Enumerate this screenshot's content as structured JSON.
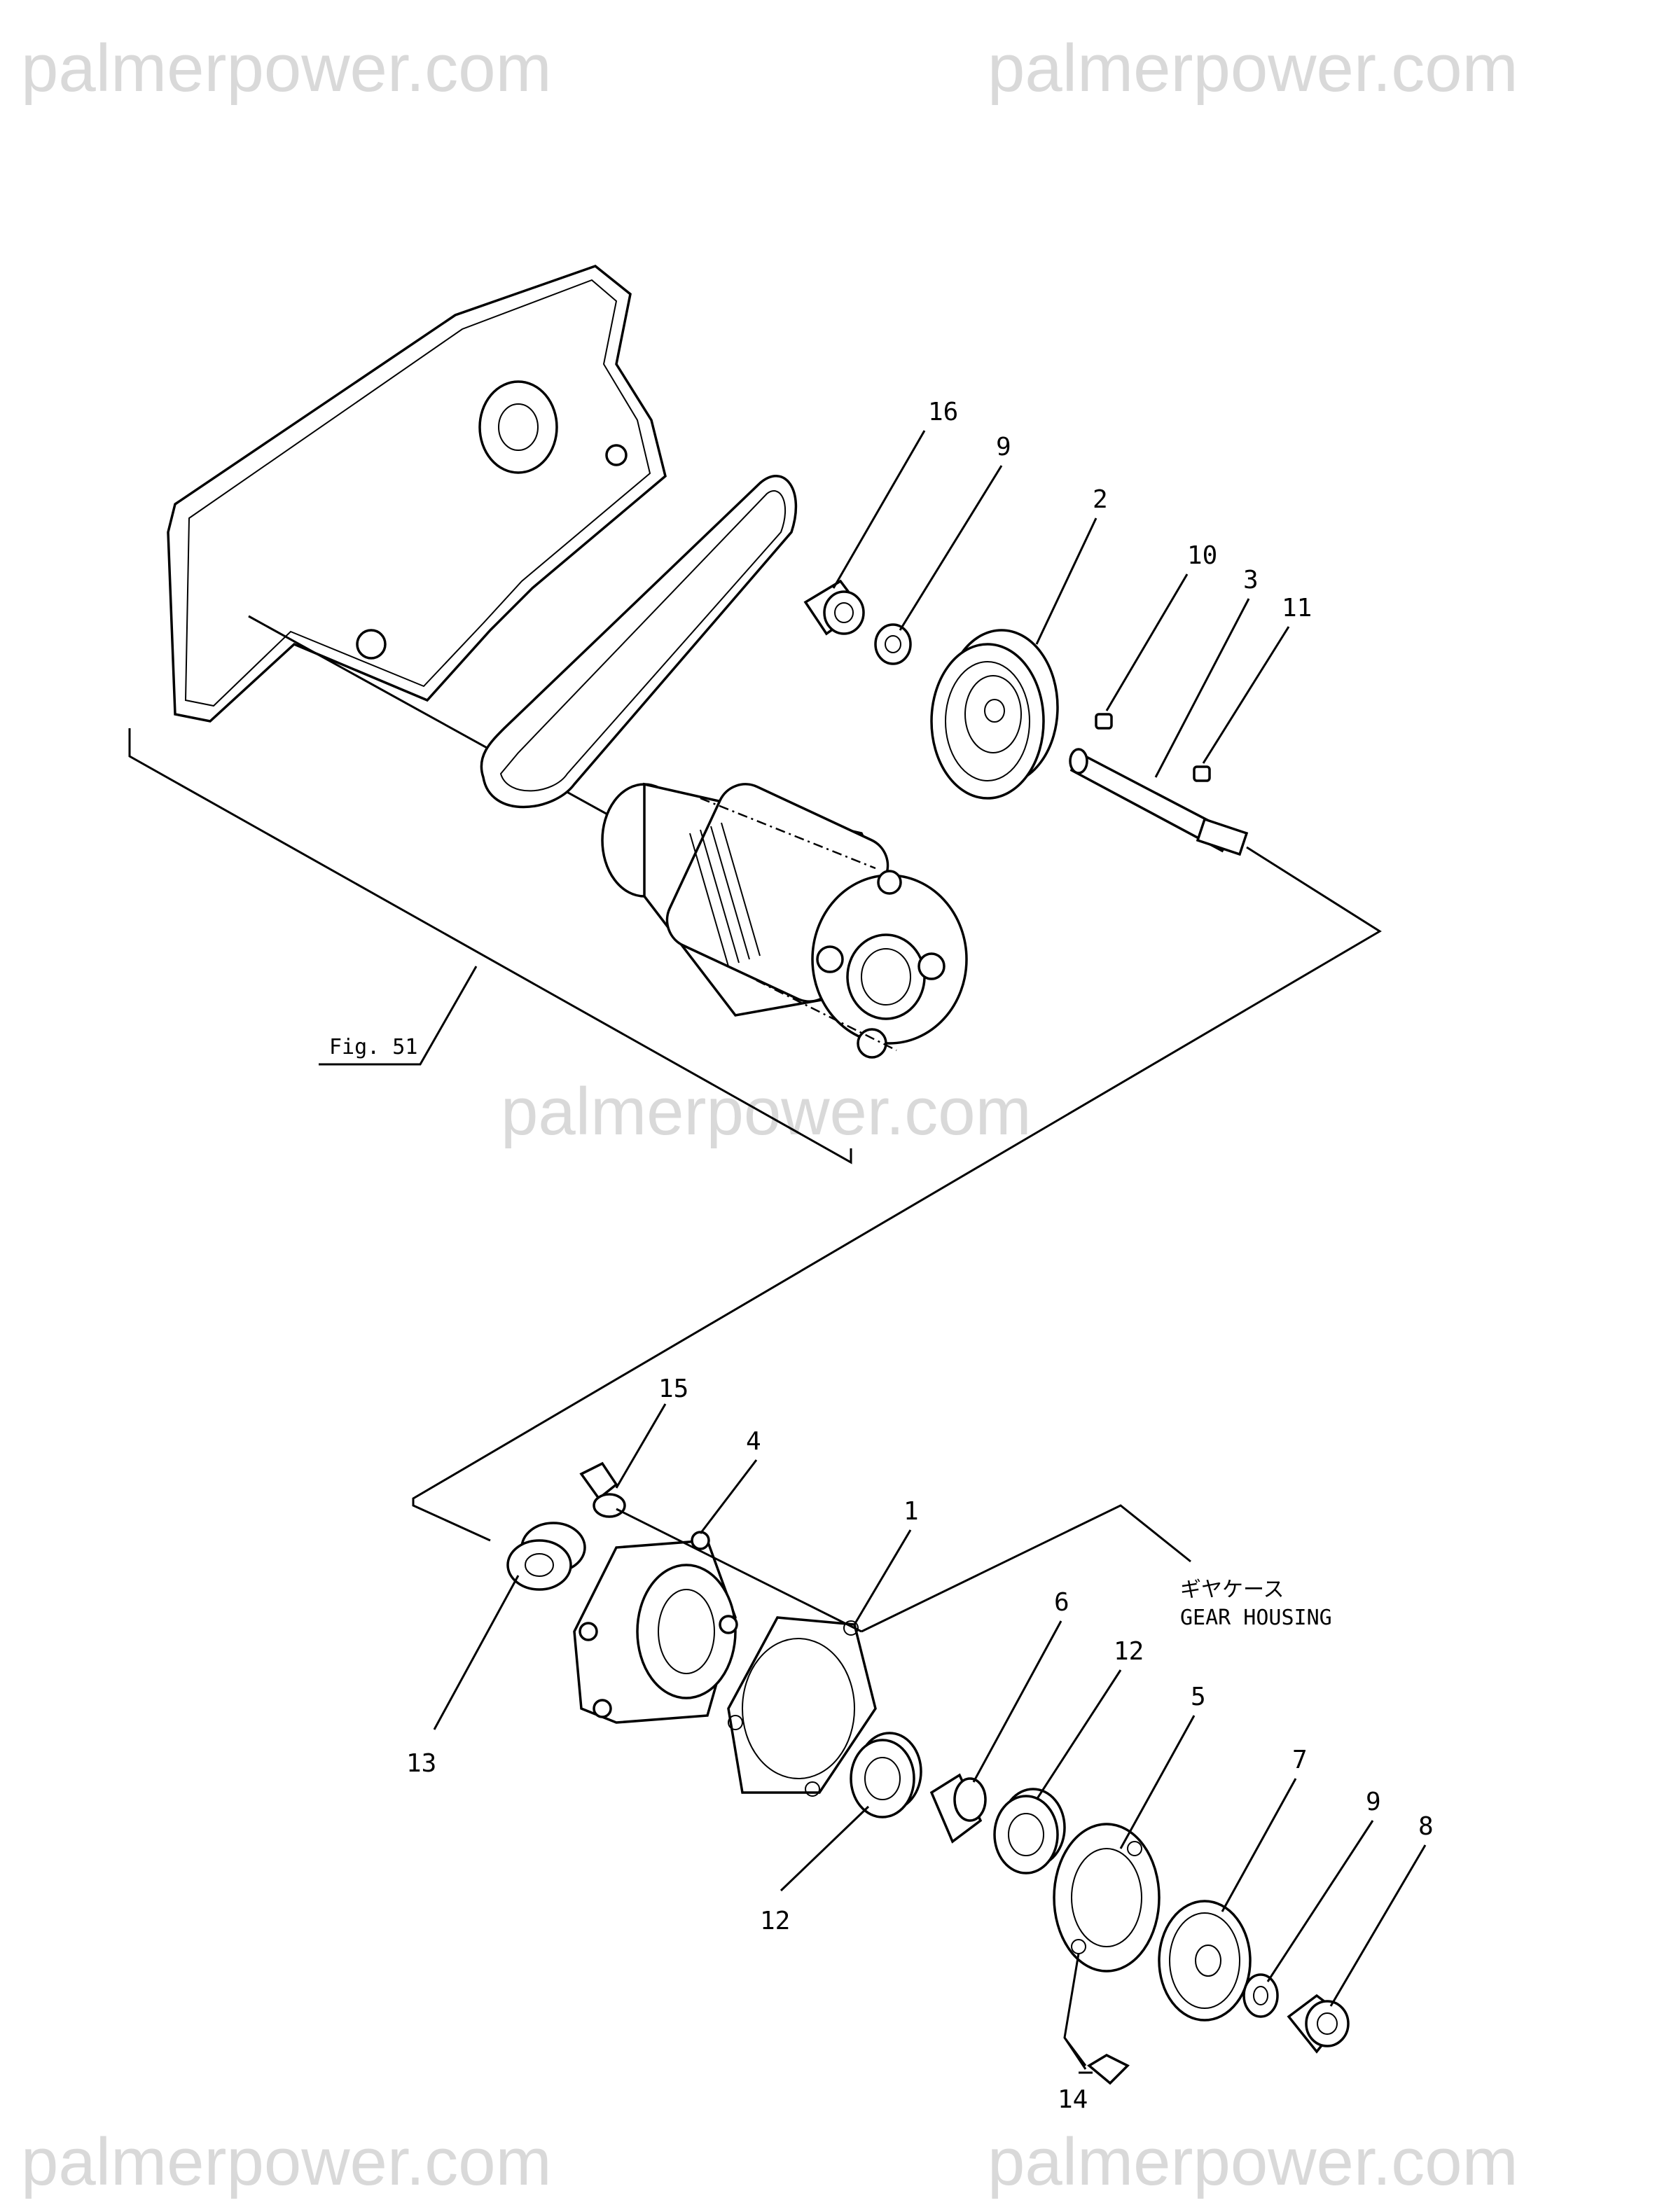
{
  "watermarks": [
    "palmerpower.com",
    "palmerpower.com",
    "palmerpower.com",
    "palmerpower.com",
    "palmerpower.com"
  ],
  "references": {
    "fig": "Fig. 51",
    "gear_housing_jp": "ギヤケース",
    "gear_housing_en": "GEAR HOUSING"
  },
  "callouts": [
    "16",
    "9",
    "2",
    "10",
    "3",
    "11",
    "15",
    "4",
    "1",
    "6",
    "12",
    "5",
    "7",
    "9",
    "8",
    "13",
    "12",
    "14"
  ]
}
